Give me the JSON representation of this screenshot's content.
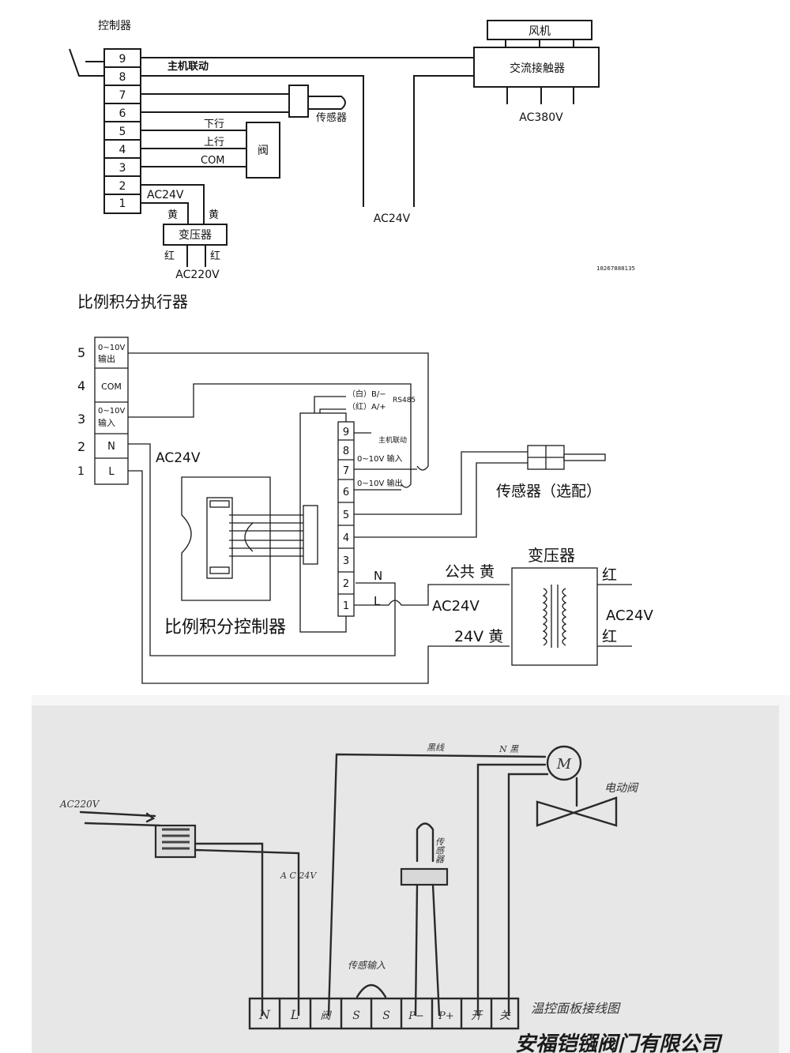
{
  "diagram1": {
    "title": "控制器",
    "terminals": [
      "9",
      "8",
      "7",
      "6",
      "5",
      "4",
      "3",
      "2",
      "1"
    ],
    "linkage": "主机联动",
    "fan": "风机",
    "contactor": "交流接触器",
    "ac380": "AC380V",
    "sensor": "传感器",
    "down": "下行",
    "up": "上行",
    "com": "COM",
    "valve": "阀",
    "ac24_left": "AC24V",
    "ac24_mid": "AC24V",
    "yellow1": "黄",
    "yellow2": "黄",
    "transformer": "变压器",
    "red1": "红",
    "red2": "红",
    "ac220": "AC220V",
    "phone": "18267888135"
  },
  "diagram2": {
    "title": "比例积分执行器",
    "left_numbers": [
      "5",
      "4",
      "3",
      "2",
      "1"
    ],
    "left_labels": [
      {
        "l1": "0~10V",
        "l2": "输出"
      },
      {
        "l1": "COM",
        "l2": ""
      },
      {
        "l1": "0~10V",
        "l2": "输入"
      },
      {
        "l1": "N",
        "l2": ""
      },
      {
        "l1": "L",
        "l2": ""
      }
    ],
    "ac24": "AC24V",
    "white_b": "（白）B/−",
    "red_a": "（红）A/+",
    "rs485": "RS485",
    "terminals": [
      "9",
      "8",
      "7",
      "6",
      "5",
      "4",
      "3",
      "2",
      "1"
    ],
    "linkage": "主机联动",
    "in_label": "0~10V 输入",
    "out_label": "0~10V 输出",
    "sensor": "传感器（选配）",
    "transformer": "变压器",
    "n": "N",
    "l": "L",
    "common_yellow": "公共 黄",
    "ac24_mid": "AC24V",
    "v24_yellow": "24V 黄",
    "red1": "红",
    "red2": "红",
    "ac24_right": "AC24V",
    "controller": "比例积分控制器"
  },
  "diagram3": {
    "ac220": "AC220V",
    "ac24": "A C 24V",
    "black_wire": "黑线",
    "n_cap": "N 黑",
    "motor": "M",
    "valve": "电动阀",
    "sensor": "传感器",
    "sensor_input": "传感输入",
    "terminals": [
      "N",
      "L",
      "阀",
      "S",
      "S",
      "P−",
      "P+",
      "开",
      "关"
    ],
    "panel": "温控面板接线图",
    "company": "安福铠镪阀门有限公司"
  }
}
